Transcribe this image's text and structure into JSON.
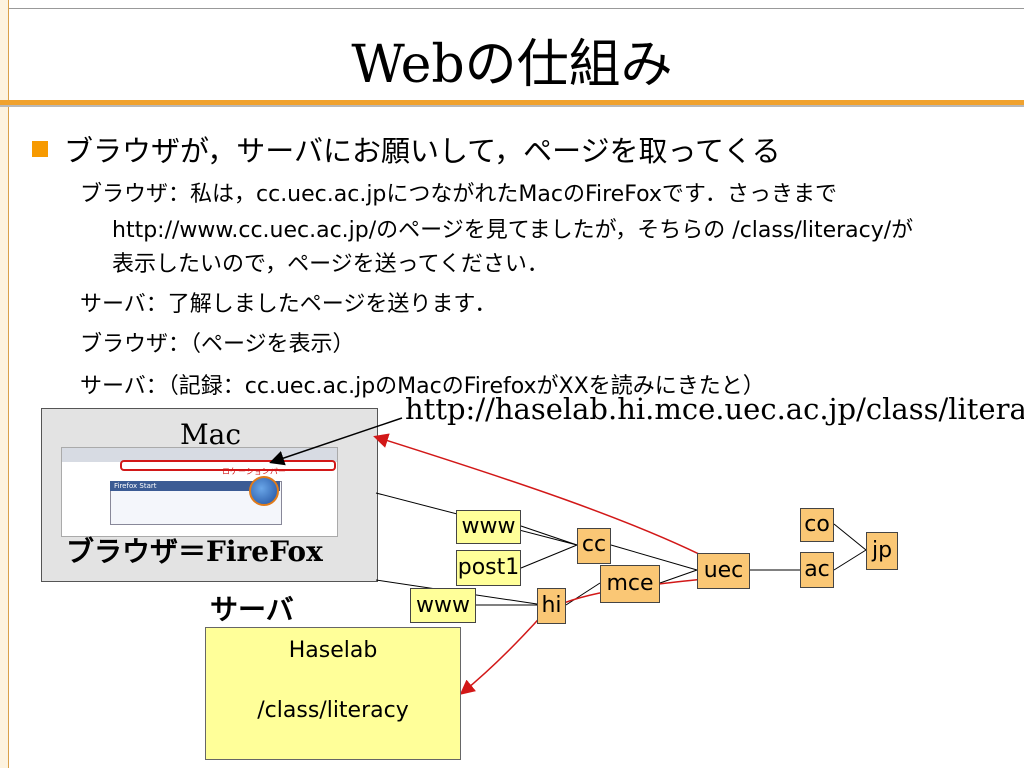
{
  "title": "Webの仕組み",
  "bullet": "ブラウザが，サーバにお願いして，ページを取ってくる",
  "dialogue": {
    "line1a": "ブラウザ：私は，cc.uec.ac.jpにつながれたMacのFireFoxです．さっきまで",
    "line1b": "http://www.cc.uec.ac.jp/のページを見てましたが，そちらの /class/literacy/が",
    "line1c": "表示したいので，ページを送ってください．",
    "line2": "サーバ：了解しましたページを送ります．",
    "line3": "ブラウザ：（ページを表示）",
    "line4": "サーバ：（記録：cc.uec.ac.jpのMacのFirefoxがXXを読みにきたと）"
  },
  "diagram": {
    "url": "http://haselab.hi.mce.uec.ac.jp/class/literacy",
    "mac_label": "Mac",
    "browser_label": "ブラウザ＝FireFox",
    "server_label": "サーバ",
    "location_bar_label": "ロケーションバー",
    "firefox_start": "Firefox Start",
    "server_box": {
      "name": "Haselab",
      "path": "/class/literacy"
    },
    "nodes": {
      "www_cc": "www",
      "post1": "post1",
      "cc": "cc",
      "mce": "mce",
      "uec": "uec",
      "co": "co",
      "ac": "ac",
      "jp": "jp",
      "www_hi": "www",
      "hi": "hi"
    },
    "colors": {
      "node_orange": "#fac775",
      "node_yellow": "#ffff99",
      "request_arrow": "#d21818",
      "accent": "#f0a22e"
    }
  }
}
